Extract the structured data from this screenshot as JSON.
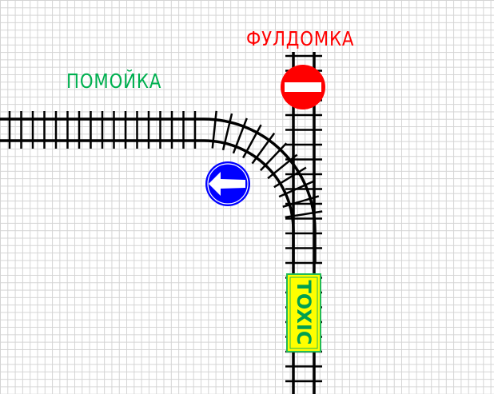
{
  "labels": {
    "destination_top": "ФУЛДОМКА",
    "destination_left": "ПОМОЙКА",
    "wagon": "TOXIC"
  },
  "signs": {
    "no_entry": "no-entry-sign",
    "direction": "left-arrow-sign"
  },
  "colors": {
    "red": "#ff0000",
    "green": "#00b050",
    "blue": "#0000ff",
    "yellow": "#ffff00",
    "track": "#000000"
  }
}
